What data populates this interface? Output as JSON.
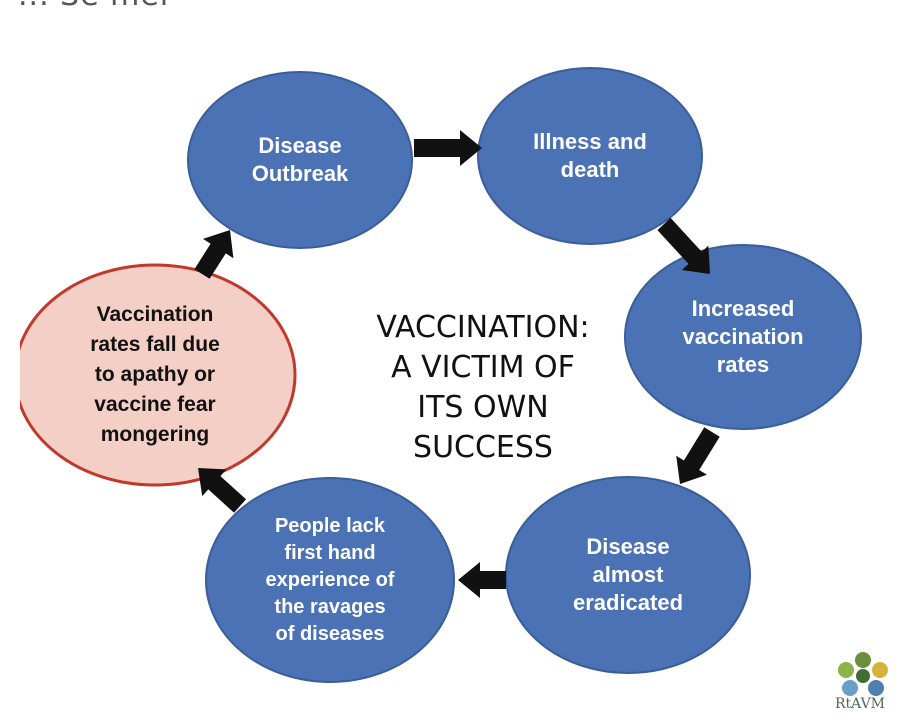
{
  "top_text": "... Se mer",
  "diagram": {
    "title": "VACCINATION:\nA VICTIM OF\nITS OWN\nSUCCESS",
    "nodes": [
      {
        "id": "disease-outbreak",
        "label": "Disease\nOutbreak",
        "highlight": false
      },
      {
        "id": "illness-death",
        "label": "Illness and\ndeath",
        "highlight": false
      },
      {
        "id": "increased-rates",
        "label": "Increased\nvaccination\nrates",
        "highlight": false
      },
      {
        "id": "eradicated",
        "label": "Disease\nalmost\neradicated",
        "highlight": false
      },
      {
        "id": "lack-experience",
        "label": "People lack\nfirst hand\nexperience of\nthe ravages\nof diseases",
        "highlight": false
      },
      {
        "id": "rates-fall",
        "label": "Vaccination\nrates fall due\nto apathy or\nvaccine fear\nmongering",
        "highlight": true
      }
    ],
    "colors": {
      "node_fill": "#4a72b5",
      "node_stroke": "#3a5e99",
      "highlight_fill": "#f4cfc6",
      "highlight_stroke": "#c0392b",
      "arrow": "#111111"
    }
  },
  "logo": {
    "text": "RtAVM",
    "icon": "flower-logo-icon"
  }
}
